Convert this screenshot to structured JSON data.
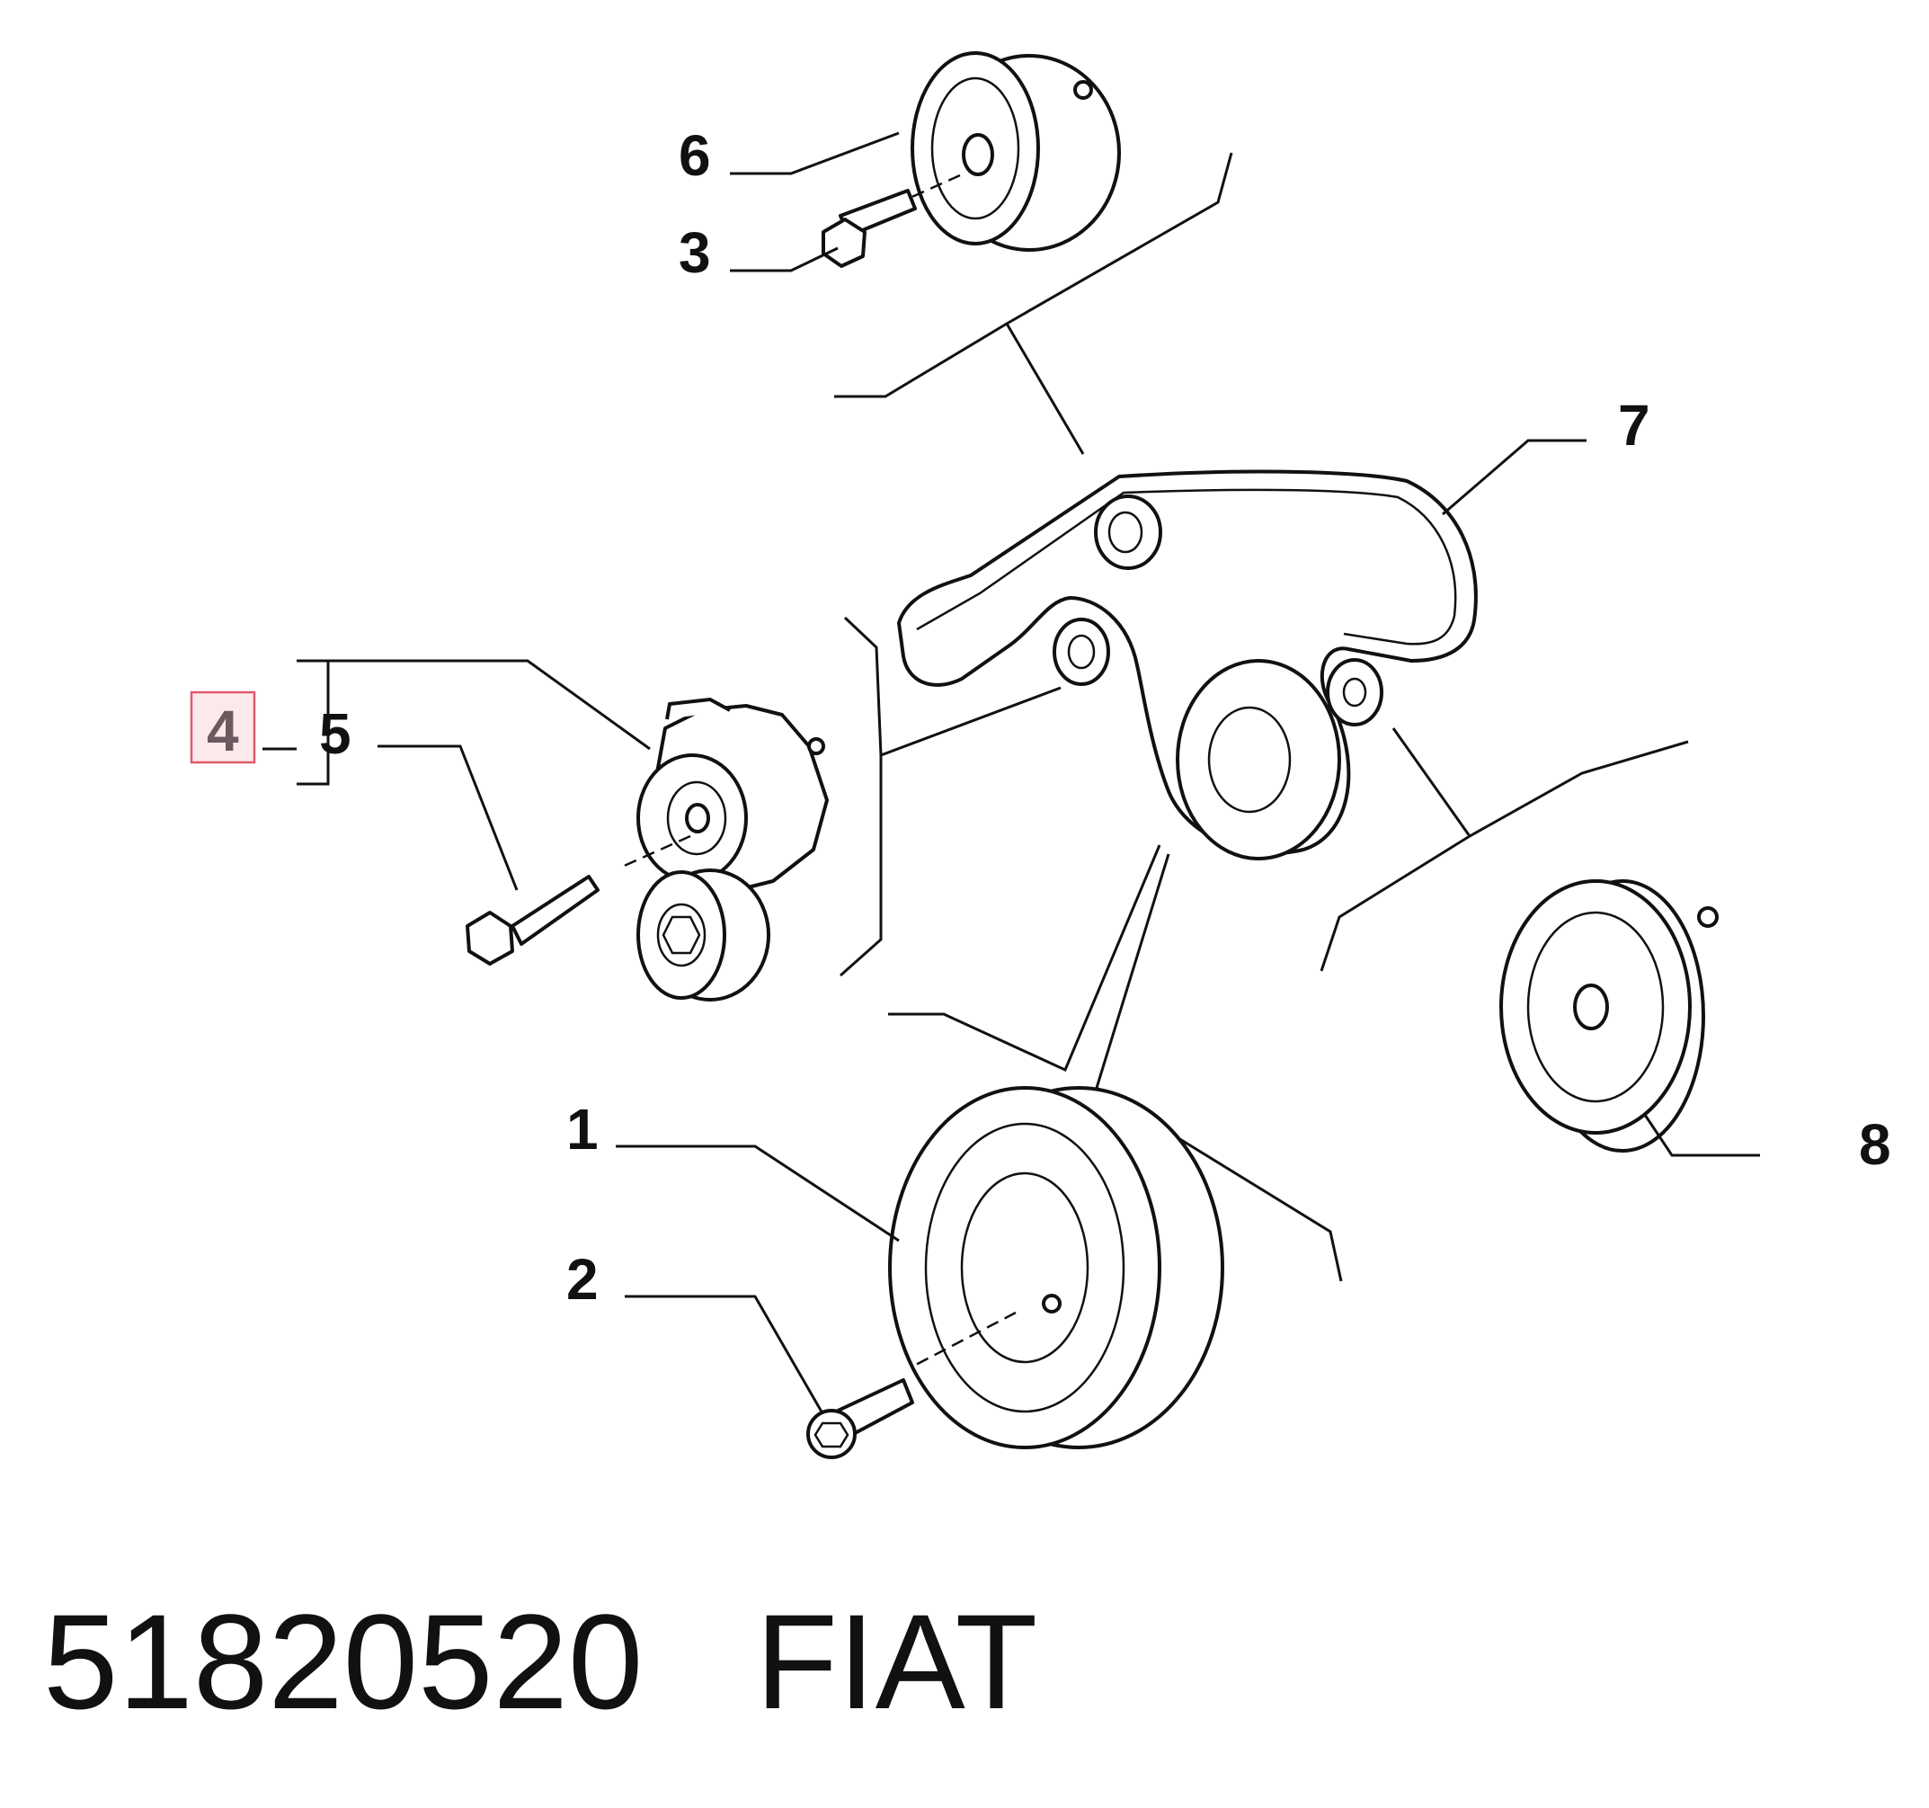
{
  "callouts": {
    "c1": "1",
    "c2": "2",
    "c3": "3",
    "c4": "4",
    "c5": "5",
    "c6": "6",
    "c7": "7",
    "c8": "8"
  },
  "highlight_color": "#e05a6a",
  "caption": {
    "part_number": "51820520",
    "brand": "FIAT"
  }
}
